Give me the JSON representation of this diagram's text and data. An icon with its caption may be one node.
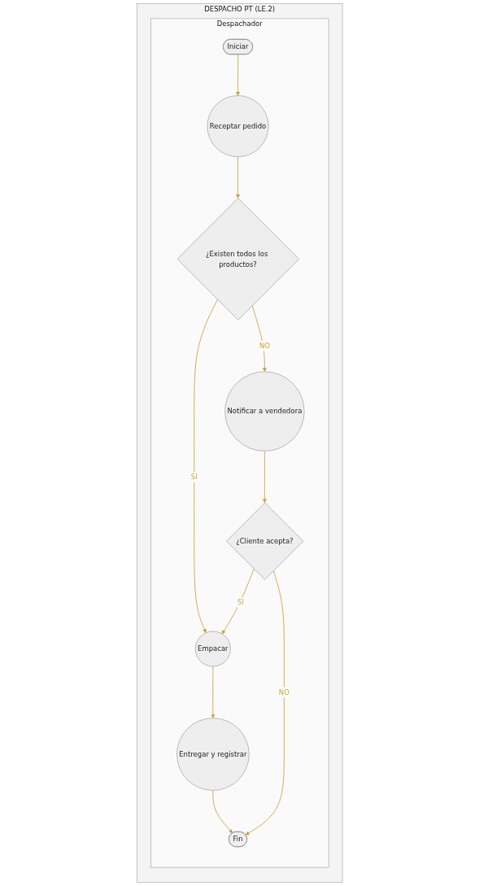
{
  "diagram": {
    "nodes": [
      {
        "text": [
          "DESPACHO PT (LE.2)"
        ]
      },
      {
        "text": [
          "Despachador"
        ],
        "in": 0
      },
      {
        "text": [
          "Iniciar"
        ],
        "in": 1
      },
      {
        "text": [
          "Receptar pedido"
        ],
        "in": 1
      },
      {
        "text": [
          "¿Existen todos los productos?"
        ],
        "in": 1
      },
      {
        "text": [
          "Notificar a vendedora"
        ],
        "in": 1
      },
      {
        "text": [
          "¿Cliente acepta?"
        ],
        "in": 1
      },
      {
        "text": [
          "Empacar"
        ],
        "in": 1
      },
      {
        "text": [
          "Entregar y registrar"
        ],
        "in": 1
      },
      {
        "text": [
          "Fin"
        ],
        "in": 1
      }
    ],
    "edges": [
      {
        "from": 2,
        "to": 3,
        "arrow": "to"
      },
      {
        "from": 3,
        "to": 4,
        "arrow": "to"
      },
      {
        "from": 4,
        "to": 5,
        "arrow": "to",
        "label": "NO"
      },
      {
        "from": 4,
        "to": 7,
        "arrow": "to",
        "label": "SI"
      },
      {
        "from": 5,
        "to": 6,
        "arrow": "to"
      },
      {
        "from": 6,
        "to": 7,
        "arrow": "to",
        "label": "SI"
      },
      {
        "from": 7,
        "to": 8,
        "arrow": "to"
      },
      {
        "from": 8,
        "to": 9,
        "arrow": "to"
      },
      {
        "from": 6,
        "to": 9,
        "arrow": "to",
        "label": "NO"
      }
    ]
  }
}
